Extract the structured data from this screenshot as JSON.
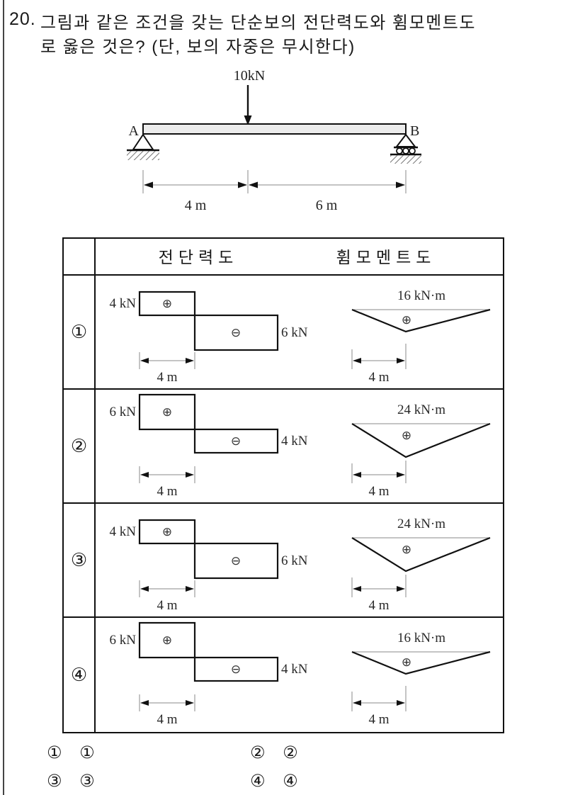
{
  "question": {
    "number": "20.",
    "line1": "그림과 같은 조건을 갖는 단순보의 전단력도와 휨모멘트도",
    "line2": "로 옳은 것은? (단, 보의 자중은 무시한다)"
  },
  "beam": {
    "load_label": "10kN",
    "left_support_label": "A",
    "right_support_label": "B",
    "dim_left": "4 m",
    "dim_right": "6 m"
  },
  "table": {
    "header_shear": "전단력도",
    "header_moment": "휨모멘트도",
    "rows": [
      {
        "option": "①",
        "shear": {
          "pos_label": "4 kN",
          "neg_label": "6 kN",
          "pos_sign": "⊕",
          "neg_sign": "⊖",
          "dim": "4 m"
        },
        "moment": {
          "peak_label": "16 kN·m",
          "sign": "⊕",
          "dim": "4 m"
        }
      },
      {
        "option": "②",
        "shear": {
          "pos_label": "6 kN",
          "neg_label": "4 kN",
          "pos_sign": "⊕",
          "neg_sign": "⊖",
          "dim": "4 m"
        },
        "moment": {
          "peak_label": "24 kN·m",
          "sign": "⊕",
          "dim": "4 m"
        }
      },
      {
        "option": "③",
        "shear": {
          "pos_label": "4 kN",
          "neg_label": "6 kN",
          "pos_sign": "⊕",
          "neg_sign": "⊖",
          "dim": "4 m"
        },
        "moment": {
          "peak_label": "24 kN·m",
          "sign": "⊕",
          "dim": "4 m"
        }
      },
      {
        "option": "④",
        "shear": {
          "pos_label": "6 kN",
          "neg_label": "4 kN",
          "pos_sign": "⊕",
          "neg_sign": "⊖",
          "dim": "4 m"
        },
        "moment": {
          "peak_label": "16 kN·m",
          "sign": "⊕",
          "dim": "4 m"
        }
      }
    ]
  },
  "choices": [
    "① ①",
    "② ②",
    "③ ③",
    "④ ④"
  ],
  "colors": {
    "ink": "#1a1a1a",
    "thin_line": "#8a8a8a",
    "beam_fill": "#ececec"
  }
}
